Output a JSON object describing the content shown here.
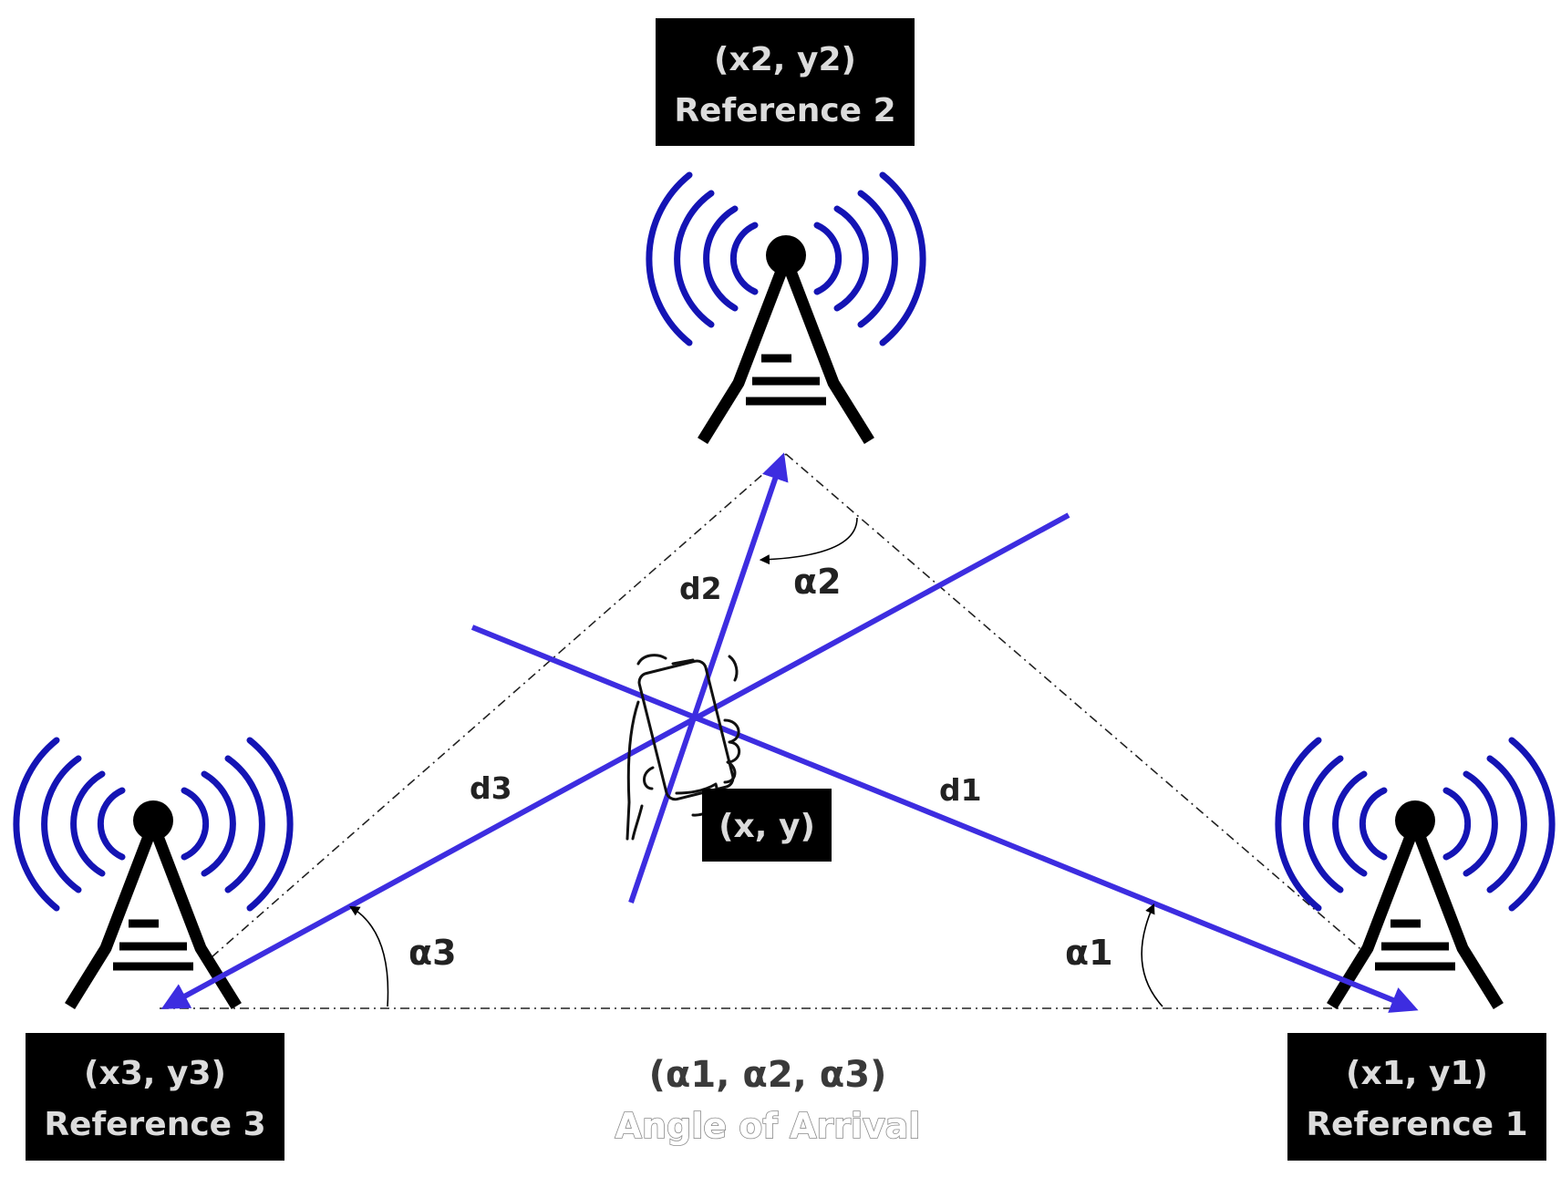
{
  "references": [
    {
      "coord": "(x1, y1)",
      "name": "Reference 1"
    },
    {
      "coord": "(x2, y2)",
      "name": "Reference 2"
    },
    {
      "coord": "(x3, y3)",
      "name": "Reference 3"
    }
  ],
  "target": {
    "coord": "(x, y)"
  },
  "distances": {
    "d1": "d1",
    "d2": "d2",
    "d3": "d3"
  },
  "angles": {
    "a1": "α1",
    "a2": "α2",
    "a3": "α3"
  },
  "aoa": {
    "tuple": "(α1, α2, α3)",
    "title": "Angle of Arrival"
  },
  "colors": {
    "ray": "#3d2de0",
    "wave": "#1414b4",
    "tower": "#000000",
    "box": "#000000"
  },
  "icons": [
    "radio-tower-icon",
    "hand-phone-icon"
  ]
}
